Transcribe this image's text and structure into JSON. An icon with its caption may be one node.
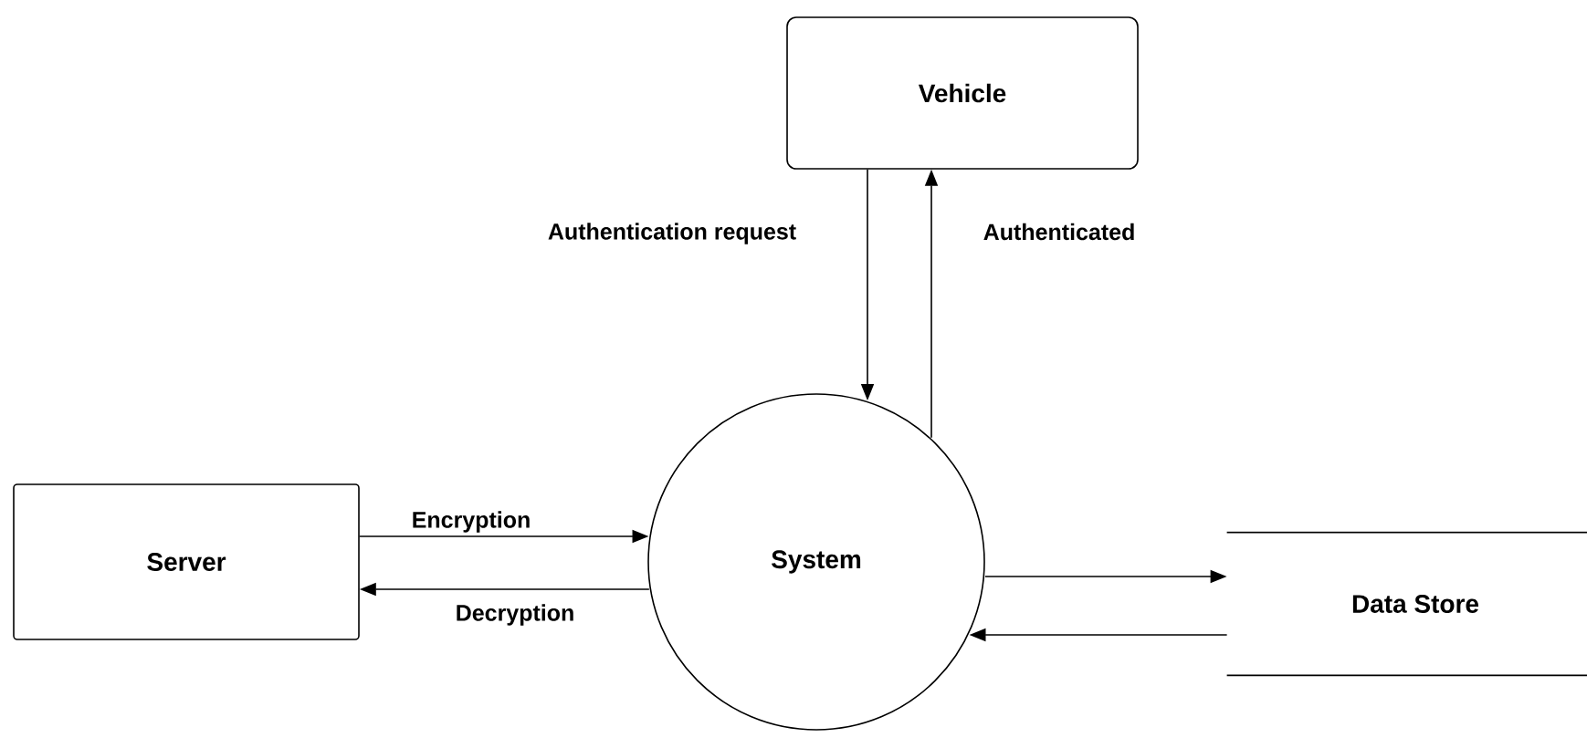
{
  "diagram": {
    "nodes": [
      {
        "text": [
          "Vehicle"
        ]
      },
      {
        "text": [
          "Server"
        ]
      },
      {
        "text": [
          "System"
        ]
      },
      {
        "text": [
          "Data Store"
        ]
      }
    ],
    "edges": [
      {
        "from": 0,
        "to": 2,
        "arrow": "to",
        "label": "Authentication request"
      },
      {
        "from": 2,
        "to": 0,
        "arrow": "to",
        "label": "Authenticated"
      },
      {
        "from": 1,
        "to": 2,
        "arrow": "to",
        "label": "Encryption"
      },
      {
        "from": 2,
        "to": 1,
        "arrow": "to",
        "label": "Decryption"
      },
      {
        "from": 2,
        "to": 3,
        "arrow": "to"
      },
      {
        "from": 3,
        "to": 2,
        "arrow": "to"
      }
    ]
  }
}
